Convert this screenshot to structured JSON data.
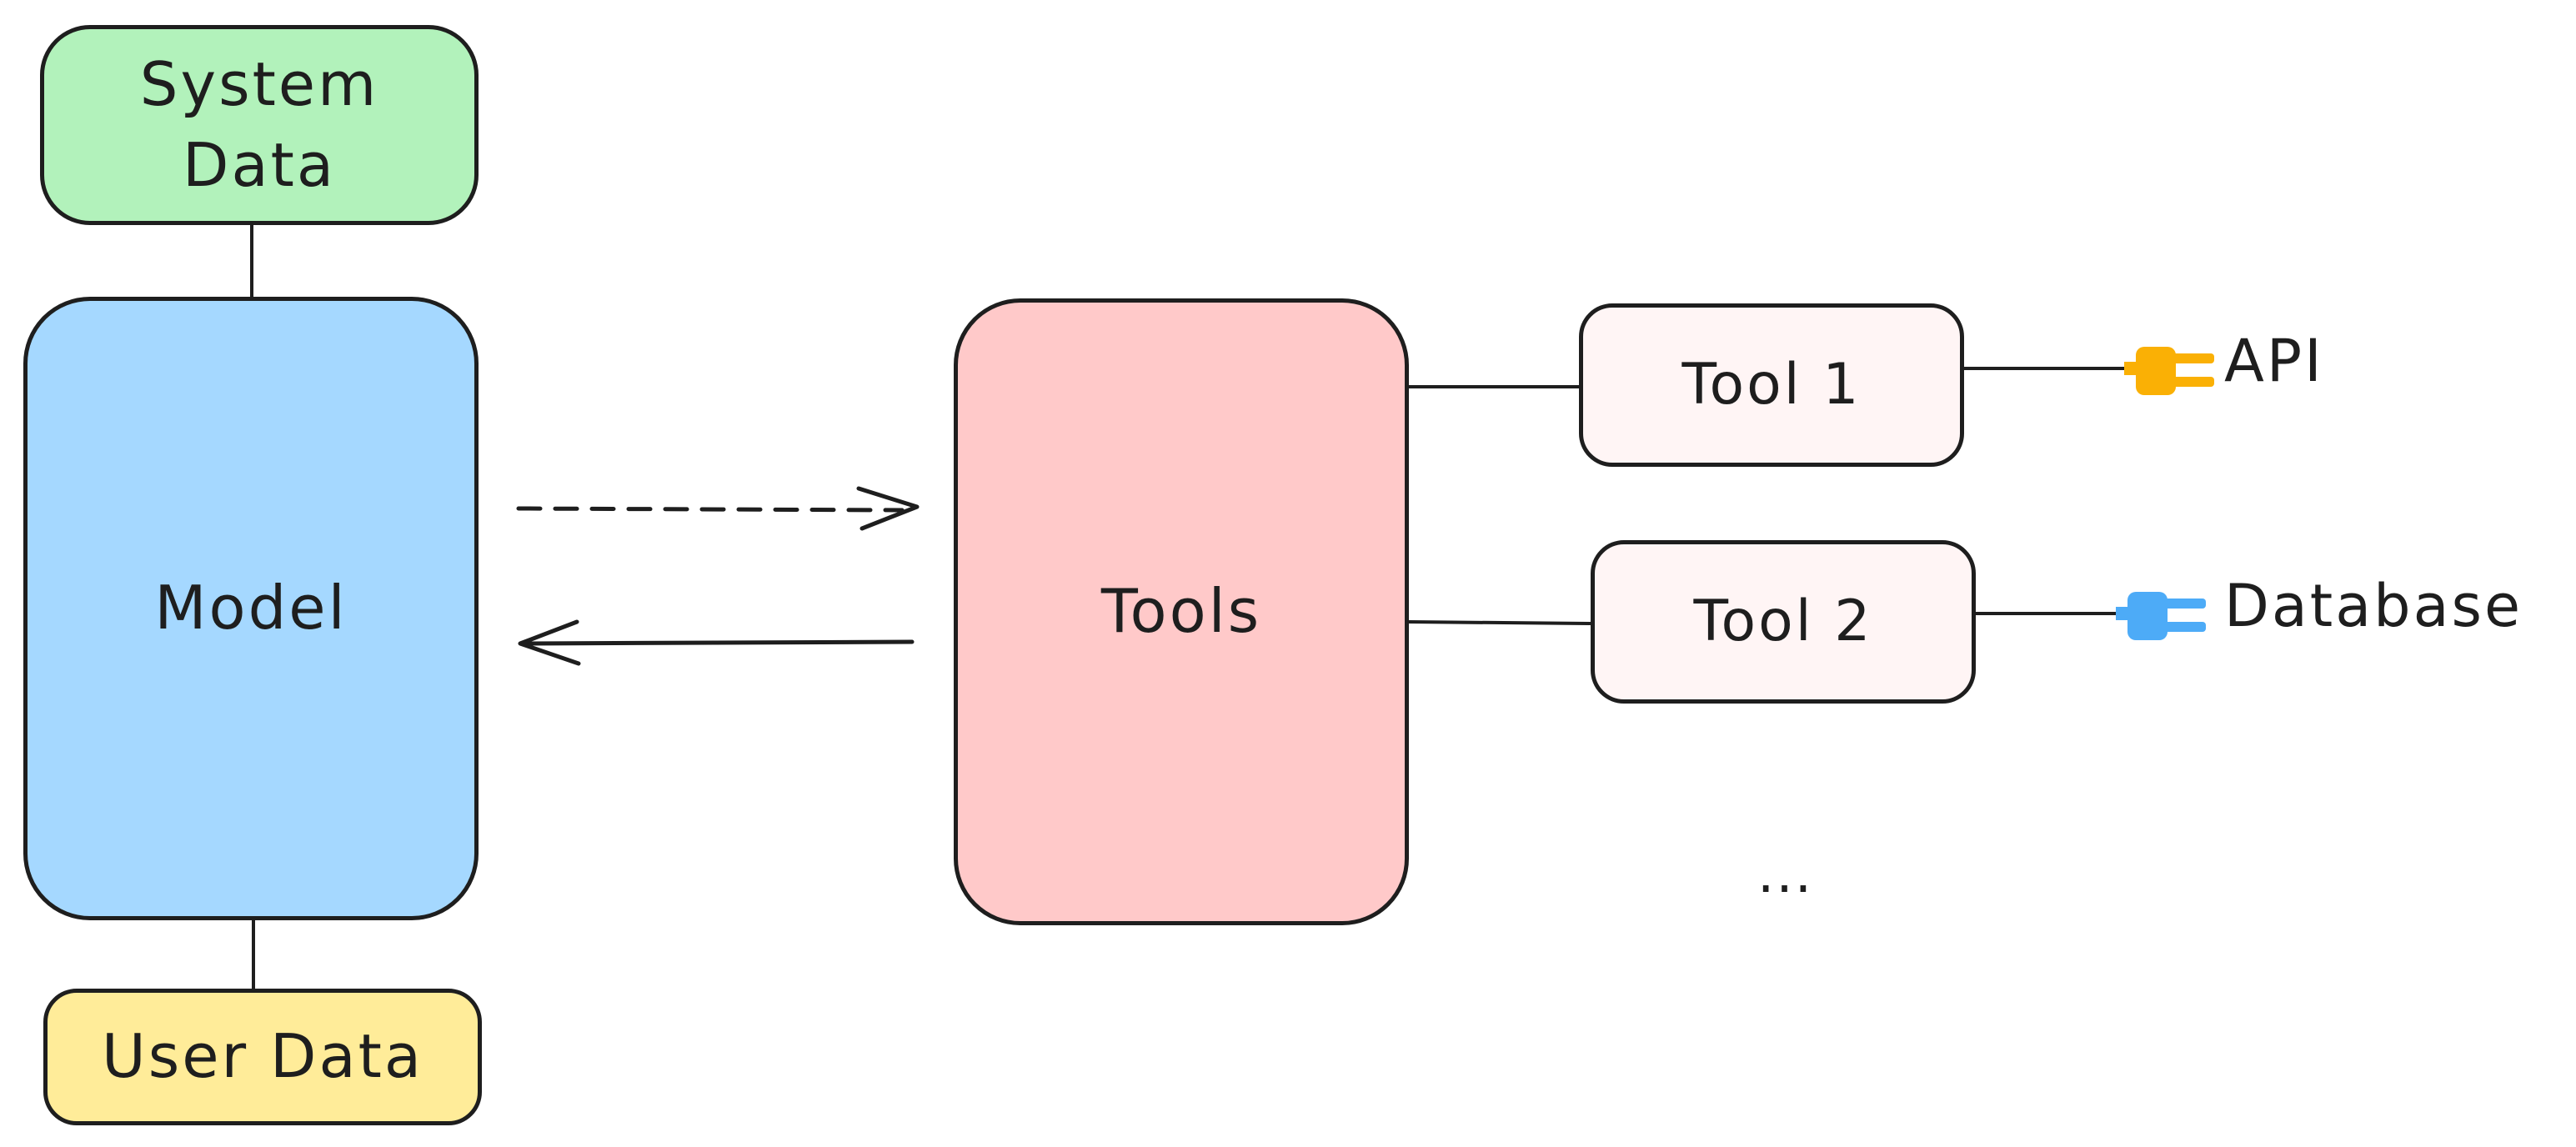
{
  "colors": {
    "system_data_fill": "#b2f2bb",
    "model_fill": "#a5d8ff",
    "user_data_fill": "#ffec99",
    "tools_fill": "#ffc9c9",
    "tool_item_fill": "#fff5f5",
    "stroke": "#1e1e1e",
    "api_plug": "#fab005",
    "database_plug": "#4dabf7"
  },
  "nodes": {
    "system_data": "System\nData",
    "model": "Model",
    "user_data": "User Data",
    "tools": "Tools",
    "tool_1": "Tool 1",
    "tool_2": "Tool 2",
    "more_tools": "..."
  },
  "externals": {
    "api": {
      "label": "API",
      "icon": "plug-icon"
    },
    "database": {
      "label": "Database",
      "icon": "plug-icon"
    }
  },
  "edges": [
    {
      "from": "system_data",
      "to": "model",
      "style": "line"
    },
    {
      "from": "model",
      "to": "user_data",
      "style": "line"
    },
    {
      "from": "model",
      "to": "tools",
      "style": "dashed-arrow"
    },
    {
      "from": "tools",
      "to": "model",
      "style": "solid-arrow"
    },
    {
      "from": "tools",
      "to": "tool_1",
      "style": "line"
    },
    {
      "from": "tools",
      "to": "tool_2",
      "style": "line"
    },
    {
      "from": "tool_1",
      "to": "api",
      "style": "line"
    },
    {
      "from": "tool_2",
      "to": "database",
      "style": "line"
    }
  ]
}
